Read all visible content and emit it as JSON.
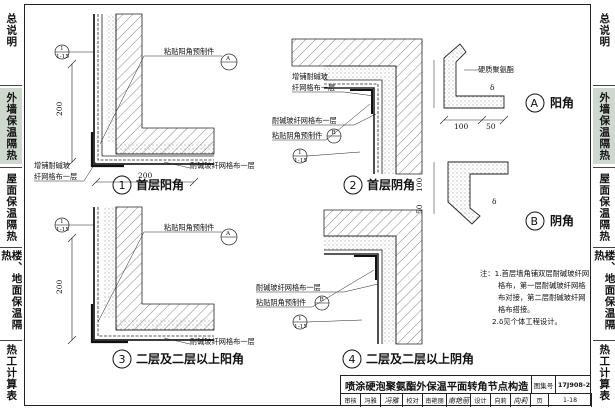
{
  "left_tabs": [
    {
      "label": "总说明"
    },
    {
      "label": "外墙保温隔热",
      "active": true
    },
    {
      "label": "屋面保温隔热"
    },
    {
      "label": "楼、地面保温隔热"
    },
    {
      "label": "热工计算表"
    }
  ],
  "right_tabs": [
    {
      "label": "总说明"
    },
    {
      "label": "外墙保温隔热",
      "active": true
    },
    {
      "label": "屋面保温隔热"
    },
    {
      "label": "楼、地面保温隔热"
    },
    {
      "label": "热工计算表"
    }
  ],
  "colors": {
    "active_tab": "#cfd8cf",
    "line": "#111111",
    "hatch": "#555555"
  },
  "details": [
    {
      "num": "1",
      "caption": "首层阳角",
      "ref_top": "1",
      "ref_bottom": "1-15",
      "labels": {
        "corner_piece": "粘贴阳角预制件",
        "extra_mesh": "增铺耐碱玻",
        "extra_mesh2": "纤网格布一层",
        "mesh_one": "耐碱玻纤网格布一层"
      },
      "callout_letter": "A",
      "dims": {
        "vertical": "200",
        "horizontal": "200"
      }
    },
    {
      "num": "2",
      "caption": "首层阴角",
      "ref_top": "1",
      "ref_bottom": "1-15",
      "labels": {
        "extra_mesh": "增铺耐碱玻",
        "extra_mesh2": "纤网格布一层",
        "mesh_one": "耐碱玻纤网格布一层",
        "corner_piece": "粘贴阴角预制件"
      },
      "callout_letter": "B"
    },
    {
      "num": "3",
      "caption": "二层及二层以上阳角",
      "ref_top": "1",
      "ref_bottom": "1-15",
      "labels": {
        "corner_piece": "粘贴阳角预制件",
        "mesh_one": "耐碱玻纤网格布一层"
      },
      "callout_letter": "A",
      "dims": {
        "vertical": "200"
      }
    },
    {
      "num": "4",
      "caption": "二层及二层以上阴角",
      "ref_top": "1",
      "ref_bottom": "1-15",
      "labels": {
        "mesh_one": "耐碱玻纤网格布一层",
        "corner_piece": "粘贴阴角预制件"
      },
      "callout_letter": "B"
    }
  ],
  "precast": {
    "material": "硬质聚氨酯",
    "a_letter": "A",
    "a_label": "阳角",
    "b_letter": "B",
    "b_label": "阴角",
    "dim_100": "100",
    "dim_50": "50",
    "dim_delta": "δ"
  },
  "notes": [
    "注：1.首层墙角铺双层耐碱玻纤网",
    "格布，第一层耐碱玻纤网格",
    "布对接，第二层耐碱玻纤网",
    "格布搭接。",
    "2.δ见个体工程设计。"
  ],
  "title_block": {
    "title": "喷涂硬泡聚氨酯外保温平面转角节点构造",
    "atlas_label": "图集号",
    "atlas_no": "17J908-2",
    "row": [
      "审核",
      "冯雅",
      "冯雅",
      "校对",
      "南艳丽",
      "南艳丽",
      "设计",
      "向莉",
      "向莉",
      "页",
      "1-18"
    ]
  }
}
